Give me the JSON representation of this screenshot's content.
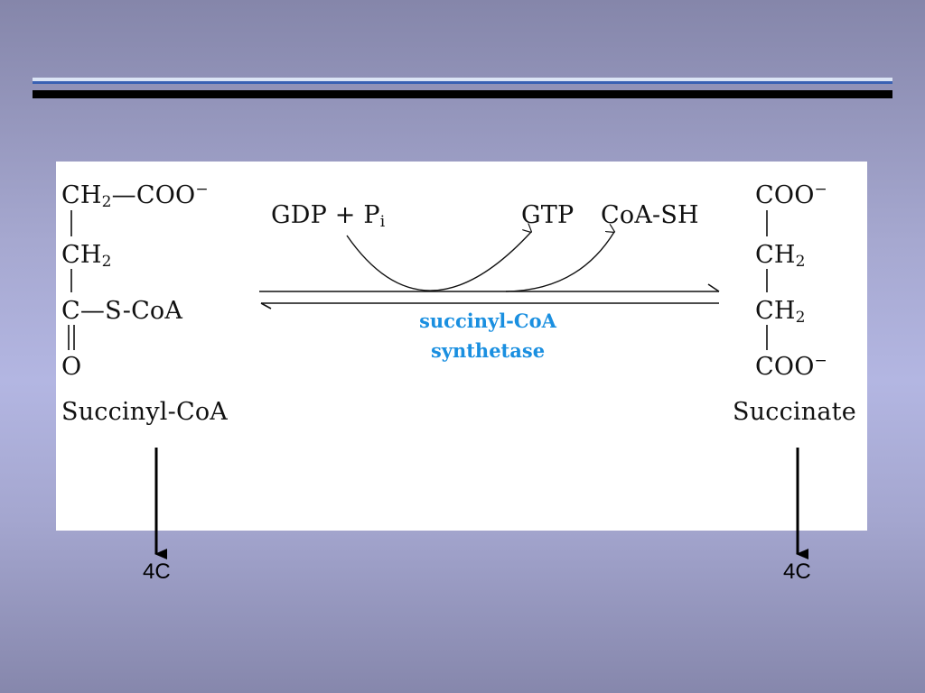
{
  "succinyl_coa": {
    "row1": {
      "ch": "CH",
      "sub": "2",
      "bond": "—",
      "coo": "COO",
      "charge": "−"
    },
    "row2": {
      "ch": "CH",
      "sub": "2"
    },
    "row3": {
      "c": "C",
      "bond": "—",
      "s": "S-CoA"
    },
    "row4": {
      "o": "O"
    },
    "name": "Succinyl-CoA"
  },
  "reaction": {
    "gdp": "GDP + P",
    "pi_sub": "i",
    "gtp": "GTP",
    "coash": "CoA-SH",
    "enzyme_line1": "succinyl-CoA",
    "enzyme_line2": "synthetase"
  },
  "succinate": {
    "row1": {
      "coo": "COO",
      "charge": "−"
    },
    "row2": {
      "ch": "CH",
      "sub": "2"
    },
    "row3": {
      "ch": "CH",
      "sub": "2"
    },
    "row4": {
      "coo": "COO",
      "charge": "−"
    },
    "name": "Succinate"
  },
  "annotations": {
    "left_label": "4C",
    "right_label": "4C"
  },
  "colors": {
    "enzyme": "#1a8fe0",
    "rule_blue": "#3a61b3"
  }
}
